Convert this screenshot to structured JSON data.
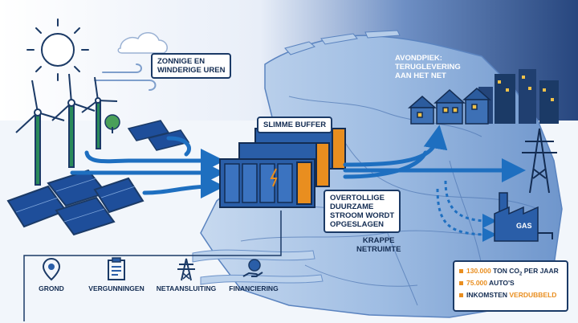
{
  "callouts": {
    "sun_wind": [
      "ZONNIGE EN",
      "WINDERIGE UREN"
    ],
    "evening": [
      "AVONDPIEK:",
      "TERUGLEVERING",
      "AAN HET NET"
    ],
    "buffer": "SLIMME BUFFER",
    "stored": [
      "OVERTOLLIGE",
      "DUURZAME",
      "STROOM WORDT",
      "OPGESLAGEN"
    ],
    "grid": [
      "KRAPPE",
      "NETRUIMTE"
    ]
  },
  "steps": [
    {
      "label": "GROND",
      "icon": "map-pin-icon"
    },
    {
      "label": "VERGUNNINGEN",
      "icon": "clipboard-icon"
    },
    {
      "label": "NETAANSLUITING",
      "icon": "pylon-icon"
    },
    {
      "label": "FINANCIERING",
      "icon": "money-hand-icon"
    }
  ],
  "gas_label": "GAS",
  "stats": {
    "row1_value": "130.000",
    "row1_text": "TON CO",
    "row1_sub": "2",
    "row1_suffix": "PER JAAR",
    "row2_value": "75.000",
    "row2_text": "AUTO'S",
    "row3_text": "INKOMSTEN",
    "row3_highlight": "VERDUBBELD"
  },
  "colors": {
    "navy": "#132c52",
    "flow_blue": "#1e6fc0",
    "accent_orange": "#e98e1f",
    "map_blue": "#7ea6d6",
    "sky_dark": "#2c4d86"
  }
}
